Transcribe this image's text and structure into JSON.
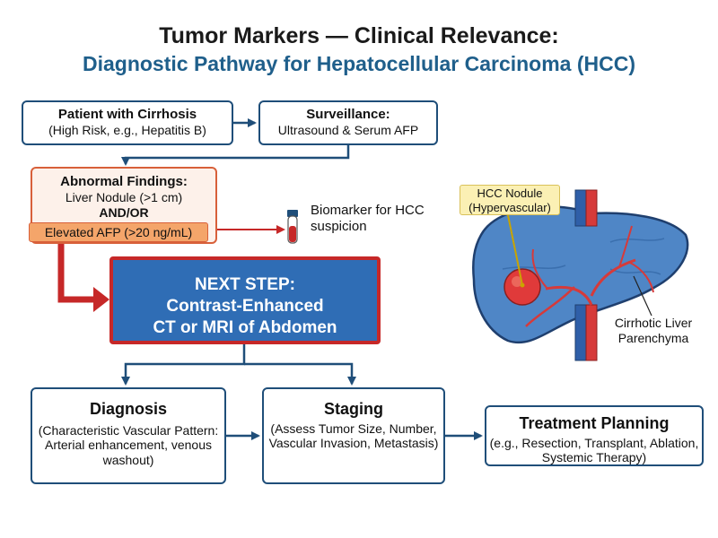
{
  "title": {
    "line1": "Tumor Markers — Clinical Relevance:",
    "line2": "Diagnostic Pathway for Hepatocellular Carcinoma (HCC)"
  },
  "nodes": {
    "patient": {
      "heading": "Patient with Cirrhosis",
      "detail": "(High Risk, e.g., Hepatitis B)"
    },
    "surveillance": {
      "heading": "Surveillance:",
      "detail": "Ultrasound & Serum AFP"
    },
    "abnormal": {
      "heading": "Abnormal Findings:",
      "detail1": "Liver Nodule (>1 cm)",
      "connector": "AND/OR",
      "detail2": "Elevated AFP (>20 ng/mL)"
    },
    "next_step": {
      "heading": "NEXT STEP:",
      "line2": "Contrast-Enhanced",
      "line3": "CT or MRI of Abdomen"
    },
    "diagnosis": {
      "heading": "Diagnosis",
      "detail": "(Characteristic Vascular Pattern: Arterial enhancement, venous washout)"
    },
    "staging": {
      "heading": "Staging",
      "detail": "(Assess Tumor Size, Number, Vascular Invasion, Metastasis)"
    },
    "treatment": {
      "heading": "Treatment Planning",
      "detail": "(e.g., Resection, Transplant, Ablation, Systemic Therapy)"
    }
  },
  "annotations": {
    "biomarker": "Biomarker for HCC suspicion",
    "hcc_nodule": "HCC Nodule (Hypervascular)",
    "cirrhotic": "Cirrhotic Liver Parenchyma"
  },
  "colors": {
    "box_border": "#1f4e79",
    "arrow": "#1f4e79",
    "alert_border": "#d8603a",
    "alert_fill": "#f4a56a",
    "next_fill": "#2f6db5",
    "next_border": "#c62828",
    "liver_fill": "#4f86c6",
    "vessel_red": "#d63a3a",
    "tumor": "#e03a3a",
    "label_fill": "#fbf0b4"
  },
  "icons": {
    "biomarker": "blood-tube-icon",
    "liver": "liver-illustration"
  }
}
